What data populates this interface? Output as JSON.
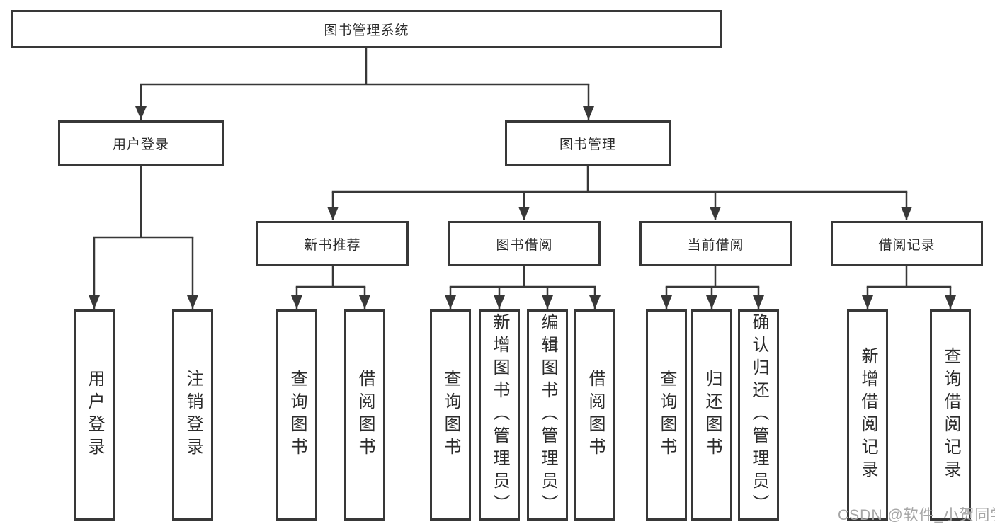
{
  "diagram": {
    "type": "hierarchy-tree",
    "colors": {
      "line": "#383838",
      "box_border": "#383838",
      "text": "#2b2b2b",
      "watermark": "#a6a6a6",
      "background": "#ffffff"
    }
  },
  "tree": {
    "label": "图书管理系统",
    "children": [
      {
        "label": "用户登录",
        "children": [
          {
            "label": "用户登录"
          },
          {
            "label": "注销登录"
          }
        ]
      },
      {
        "label": "图书管理",
        "children": [
          {
            "label": "新书推荐",
            "children": [
              {
                "label": "查询图书"
              },
              {
                "label": "借阅图书"
              }
            ]
          },
          {
            "label": "图书借阅",
            "children": [
              {
                "label": "查询图书"
              },
              {
                "label": "新增图书（管理员）"
              },
              {
                "label": "编辑图书（管理员）"
              },
              {
                "label": "借阅图书"
              }
            ]
          },
          {
            "label": "当前借阅",
            "children": [
              {
                "label": "查询图书"
              },
              {
                "label": "归还图书"
              },
              {
                "label": "确认归还（管理员）"
              }
            ]
          },
          {
            "label": "借阅记录",
            "children": [
              {
                "label": "新增借阅记录"
              },
              {
                "label": "查询借阅记录"
              }
            ]
          }
        ]
      }
    ]
  },
  "watermark": {
    "text": "CSDN @软件_小贺同学"
  }
}
